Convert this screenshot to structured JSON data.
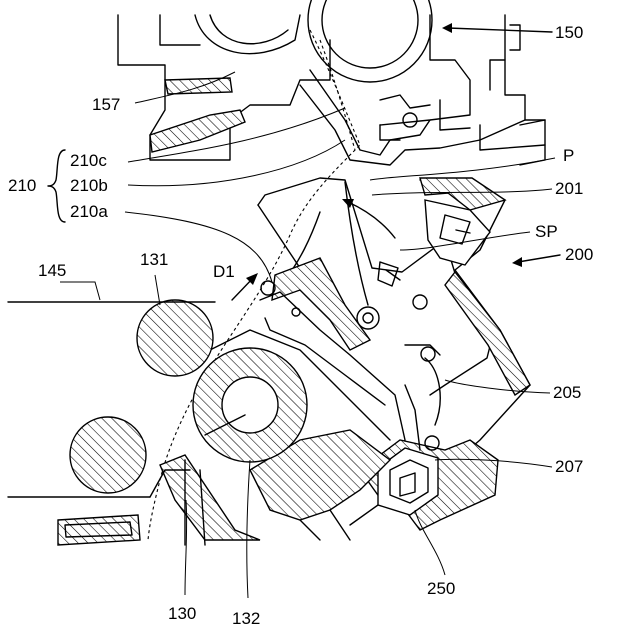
{
  "labels": {
    "l150": "150",
    "l157": "157",
    "l210c": "210c",
    "l210b": "210b",
    "l210a": "210a",
    "l210": "210",
    "lP": "P",
    "l201": "201",
    "lSP": "SP",
    "l200": "200",
    "l145": "145",
    "l131": "131",
    "lD1": "D1",
    "l205": "205",
    "l207": "207",
    "l250": "250",
    "l130": "130",
    "l132": "132"
  }
}
